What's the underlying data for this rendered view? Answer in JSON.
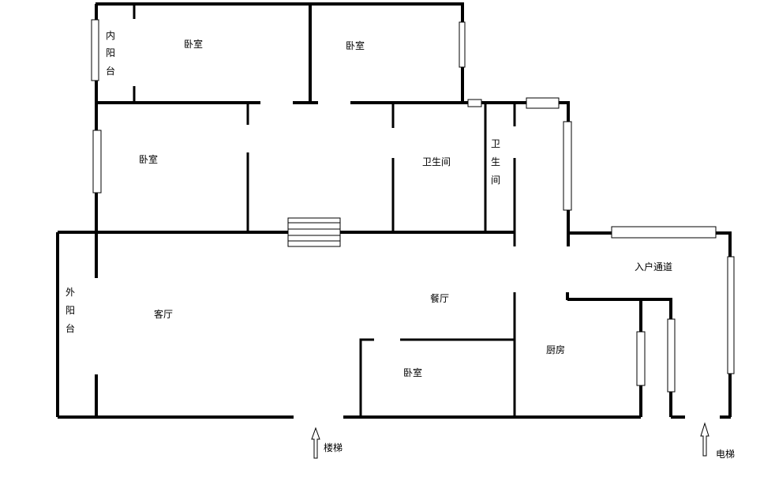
{
  "colors": {
    "wall": "#000000",
    "background": "#ffffff"
  },
  "rooms": {
    "inner_balcony": [
      "内",
      "阳",
      "台"
    ],
    "bedroom_top_left": "卧室",
    "bedroom_top_right": "卧室",
    "bedroom_mid_left": "卧室",
    "bathroom_main": "卫生间",
    "bathroom_small": [
      "卫",
      "生",
      "间"
    ],
    "outer_balcony": [
      "外",
      "阳",
      "台"
    ],
    "living_room": "客厅",
    "dining_room": "餐厅",
    "bedroom_bottom": "卧室",
    "kitchen": "厨房",
    "entry_corridor": "入户通道"
  },
  "markers": {
    "stairs": "楼梯",
    "elevator": "电梯"
  }
}
